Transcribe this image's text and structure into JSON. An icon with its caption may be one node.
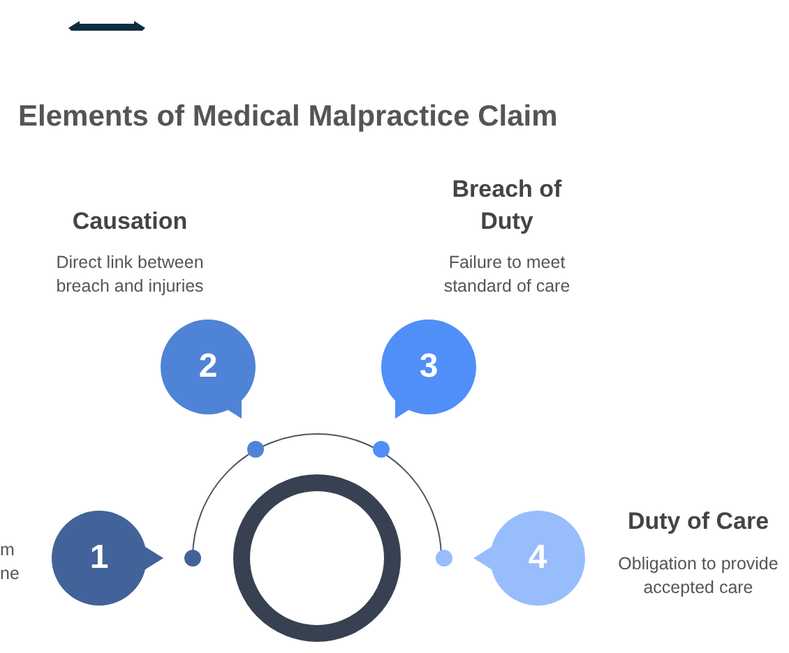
{
  "diagram": {
    "title": "Elements of Medical Malpractice Claim",
    "nodes": [
      {
        "text": [
          "1"
        ]
      },
      {
        "text": [
          "2"
        ],
        "beside": [
          "Causation",
          "Direct link between breach and injuries"
        ]
      },
      {
        "text": [
          "3"
        ],
        "beside": [
          "Breach of Duty",
          "Failure to meet standard of care"
        ]
      },
      {
        "text": [
          "4"
        ],
        "beside": [
          "Duty of Care",
          "Obligation to provide accepted care"
        ]
      },
      {
        "text": [],
        "shape": "circle"
      }
    ],
    "edges": [],
    "labels": [
      "m",
      "ne"
    ]
  }
}
